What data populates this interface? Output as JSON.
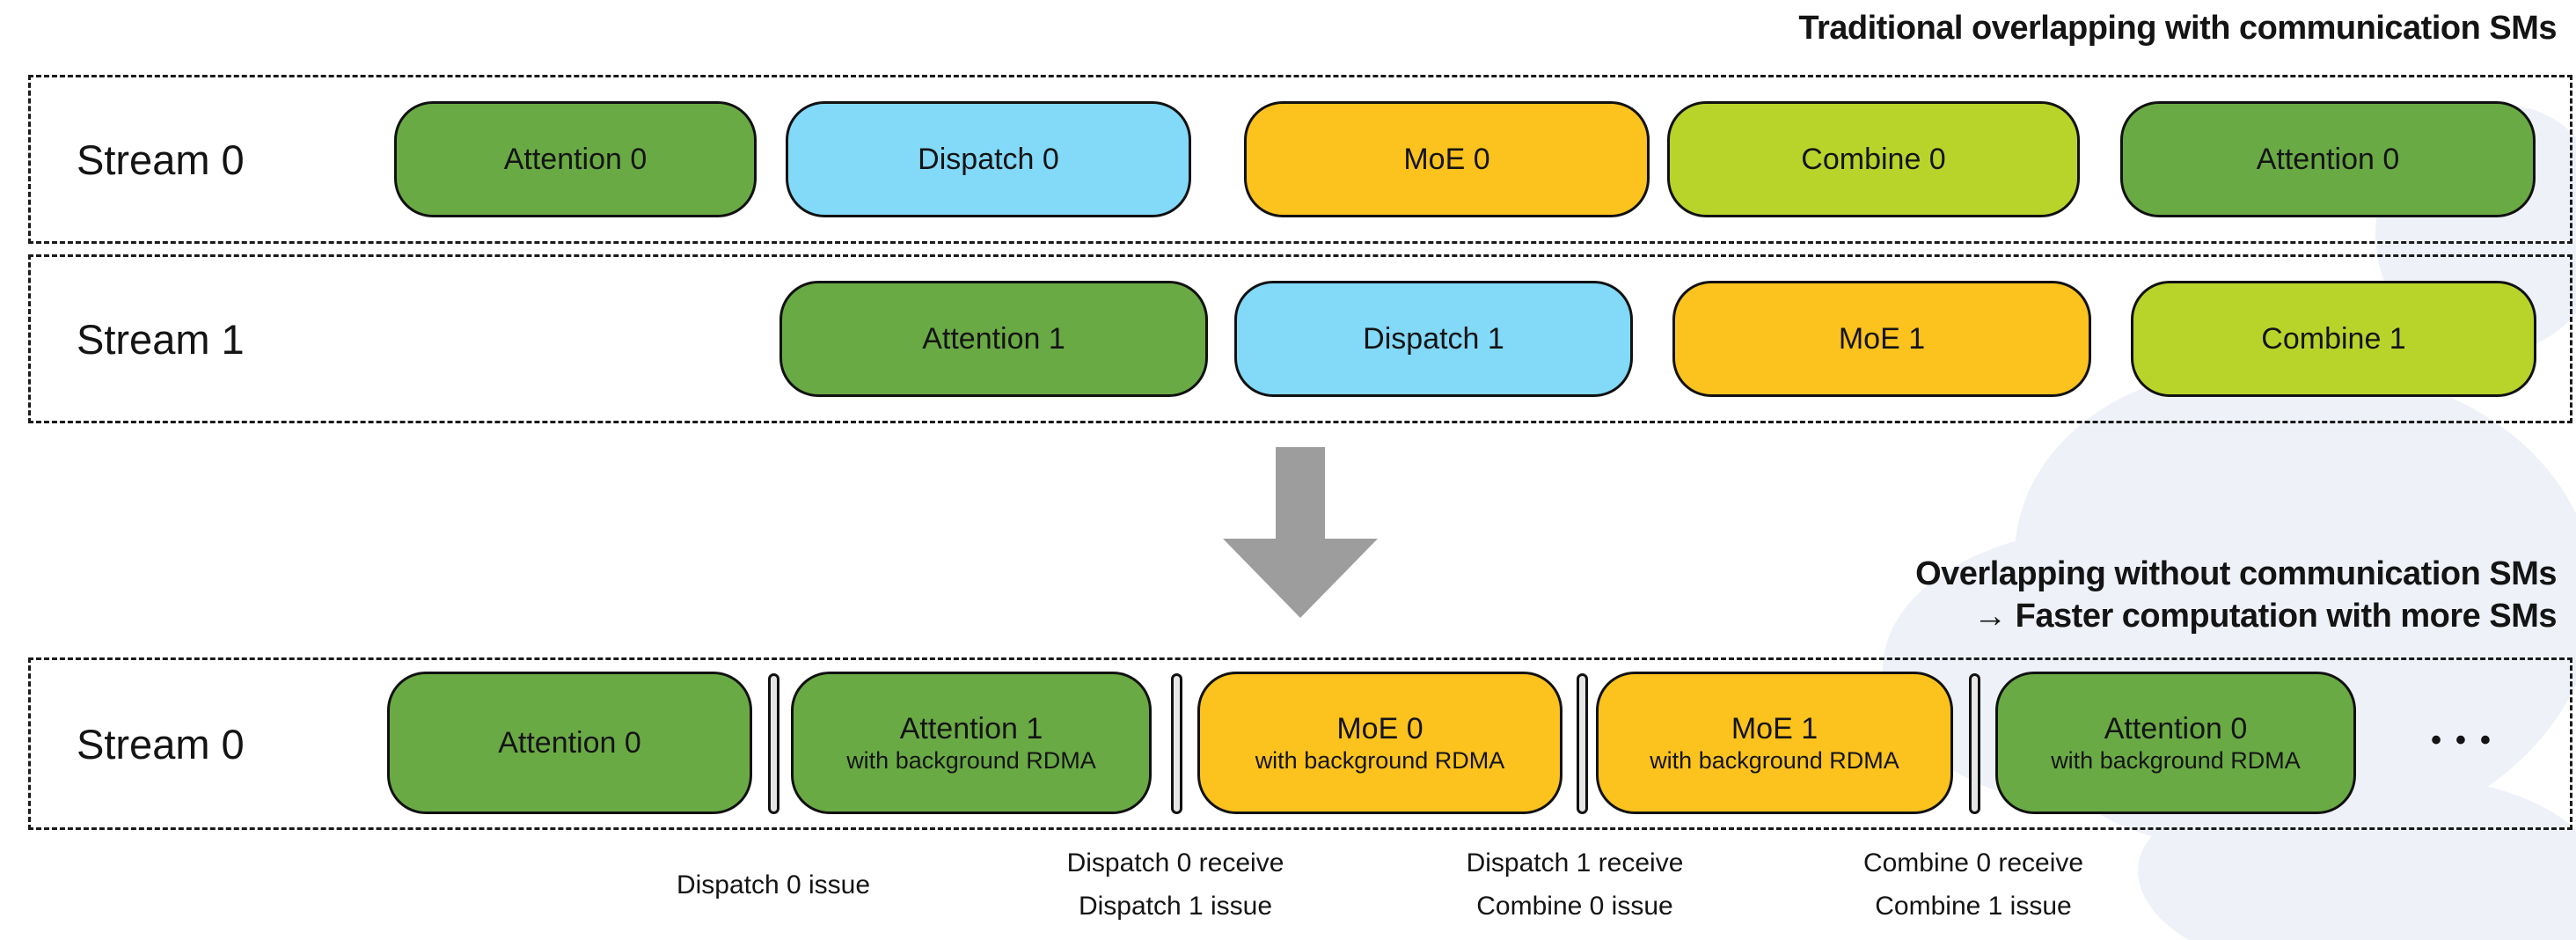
{
  "titles": {
    "top_right": "Traditional overlapping with communication SMs",
    "bottom_right_line1": "Overlapping without communication SMs",
    "bottom_right_line2": "→ Faster computation with more SMs"
  },
  "palette": {
    "attention_green": "#6aaa44",
    "dispatch_blue": "#82d9f8",
    "moe_gold": "#fcc21d",
    "combine_lime": "#b8d42a",
    "arrow_gray": "#9d9d9d",
    "separator_fill": "#e6e6e6",
    "border_black": "#111111",
    "watermark": "#eef1f8"
  },
  "traditional": {
    "stream0": {
      "label": "Stream 0",
      "boxes": [
        {
          "label": "Attention 0",
          "color": "#6aaa44"
        },
        {
          "label": "Dispatch 0",
          "color": "#82d9f8"
        },
        {
          "label": "MoE 0",
          "color": "#fcc21d"
        },
        {
          "label": "Combine 0",
          "color": "#b8d42a"
        },
        {
          "label": "Attention 0",
          "color": "#6aaa44"
        }
      ]
    },
    "stream1": {
      "label": "Stream 1",
      "boxes": [
        {
          "label": "Attention 1",
          "color": "#6aaa44"
        },
        {
          "label": "Dispatch 1",
          "color": "#82d9f8"
        },
        {
          "label": "MoE 1",
          "color": "#fcc21d"
        },
        {
          "label": "Combine 1",
          "color": "#b8d42a"
        }
      ]
    }
  },
  "overlapped": {
    "stream0": {
      "label": "Stream 0",
      "boxes": [
        {
          "label": "Attention 0",
          "color": "#6aaa44"
        },
        {
          "label": "Attention 1",
          "sublabel": "with background RDMA",
          "color": "#6aaa44"
        },
        {
          "label": "MoE 0",
          "sublabel": "with background RDMA",
          "color": "#fcc21d"
        },
        {
          "label": "MoE 1",
          "sublabel": "with background RDMA",
          "color": "#fcc21d"
        },
        {
          "label": "Attention 0",
          "sublabel": "with background RDMA",
          "color": "#6aaa44"
        }
      ],
      "ellipsis": "•••"
    }
  },
  "annotations": [
    {
      "line1": "Dispatch 0 issue"
    },
    {
      "line1": "Dispatch 0 receive",
      "line2": "Dispatch 1 issue"
    },
    {
      "line1": "Dispatch 1 receive",
      "line2": "Combine 0 issue"
    },
    {
      "line1": "Combine 0 receive",
      "line2": "Combine 1 issue"
    }
  ]
}
